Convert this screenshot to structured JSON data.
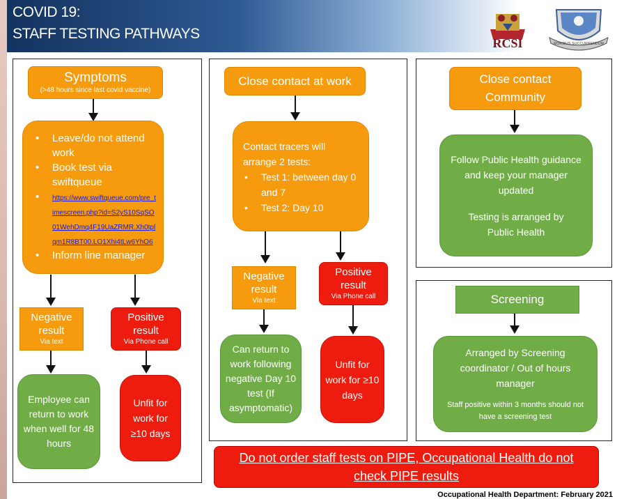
{
  "header": {
    "title_line1": "COVID 19:",
    "title_line2": "STAFF TESTING PATHWAYS"
  },
  "logos": {
    "rcsi_text": "RCSI",
    "crest_motto": "MORIBUS SUCCURRENDUM"
  },
  "symptoms": {
    "title": "Symptoms",
    "subtitle": "(>48 hours since last covid vaccine)",
    "bullet1": "Leave/do not attend work",
    "bullet2": "Book test via swiftqueue",
    "bullet_link": "https://www.swiftqueue.com/pre_timescreen.php?id=S2yS10SqSO01WehDmq4F19UaZRMR.Xh0tplqm1R8BT00.LO1Xhi4tLw6YhO6",
    "bullet3": "Inform line manager",
    "neg_l1": "Negative",
    "neg_l2": "result",
    "neg_sub": "Via text",
    "pos_l1": "Positive",
    "pos_l2": "result",
    "pos_sub": "Via Phone call",
    "green_text": "Employee can return to work when well for 48 hours",
    "red_text": "Unfit for work for ≥10 days"
  },
  "work": {
    "title": "Close contact at work",
    "intro": "Contact tracers will arrange 2 tests:",
    "test1": "Test 1: between day 0 and 7",
    "test2": "Test 2: Day 10",
    "neg_l1": "Negative",
    "neg_l2": "result",
    "neg_sub": "Via text",
    "pos_l1": "Positive",
    "pos_l2": "result",
    "pos_sub": "Via Phone call",
    "green_text": "Can return to work following negative Day 10 test (If asymptomatic)",
    "red_text": "Unfit for work for ≥10 days"
  },
  "community": {
    "title": "Close contact Community",
    "text1": "Follow Public Health guidance and keep your manager updated",
    "text2": "Testing is arranged by Public Health"
  },
  "screening": {
    "title": "Screening",
    "text1": "Arranged by Screening coordinator / Out of hours manager",
    "text2": "Staff positive within 3 months should not have a screening test"
  },
  "banner": {
    "line1": "Do not order staff tests on PIPE, Occupational Health do not",
    "line2": "check PIPE results"
  },
  "footer": "Occupational Health Department: February 2021",
  "colors": {
    "orange": "#f79b0e",
    "red": "#ee1c0f",
    "green": "#70ad47",
    "navy": "#13335f"
  }
}
